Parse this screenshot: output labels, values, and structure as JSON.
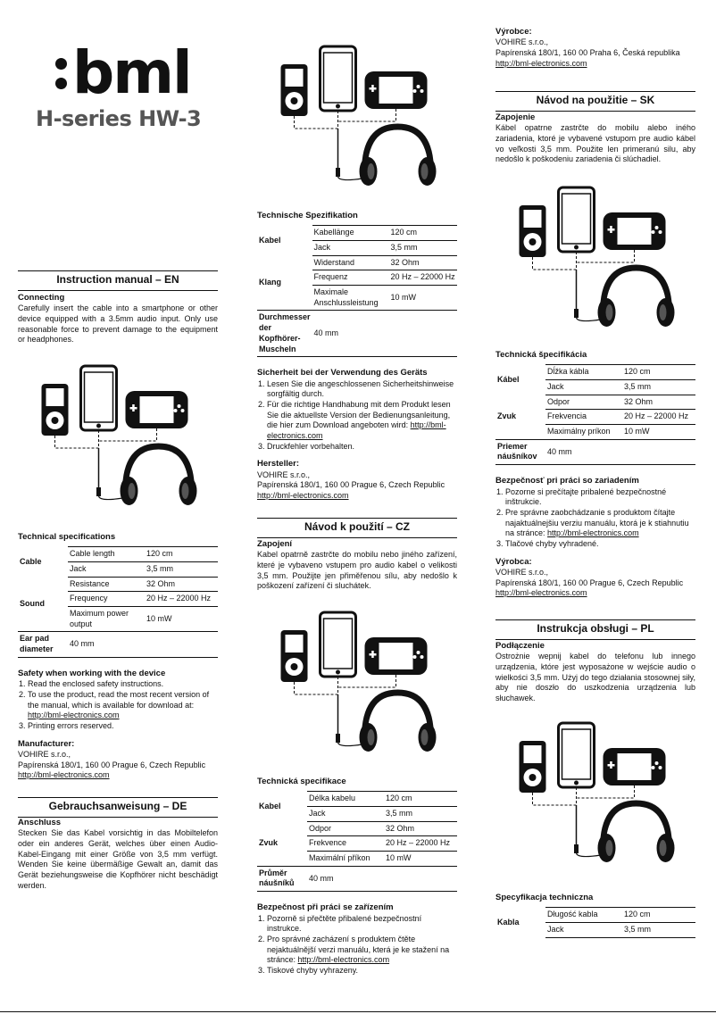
{
  "brand": {
    "logo": "bml",
    "model": "H-series HW-3"
  },
  "en": {
    "title": "Instruction manual – EN",
    "connecting_h": "Connecting",
    "connecting_p": "Carefully insert the cable into a smartphone or other device equipped with a 3.5mm audio input. Only use reasonable force to prevent damage to the equipment or headphones.",
    "spec_h": "Technical specifications",
    "spec": {
      "cable": "Cable",
      "cable_length": "Cable length",
      "cable_length_v": "120 cm",
      "jack": "Jack",
      "jack_v": "3,5 mm",
      "sound": "Sound",
      "resistance": "Resistance",
      "resistance_v": "32 Ohm",
      "frequency": "Frequency",
      "frequency_v": "20 Hz – 22000 Hz",
      "max_power": "Maximum power output",
      "max_power_v": "10 mW",
      "earpad": "Ear pad diameter",
      "earpad_v": "40 mm"
    },
    "safety_h": "Safety when working with the device",
    "safety": [
      "Read the enclosed safety instructions.",
      "To use the product, read the most recent version of the manual, which is available for download at:",
      "http://bml-electronics.com",
      "Printing errors reserved."
    ],
    "manu_h": "Manufacturer:",
    "manu_1": "VOHIRE s.r.o.,",
    "manu_2": "Papírenská 180/1, 160 00 Prague 6, Czech Republic",
    "manu_link": "http://bml-electronics.com"
  },
  "de": {
    "title": "Gebrauchsanweisung – DE",
    "h": "Anschluss",
    "p": "Stecken Sie das Kabel vorsichtig in das Mobiltelefon oder ein anderes Gerät, welches über einen Audio-Kabel-Eingang mit einer Größe von 3,5 mm verfügt. Wenden Sie keine übermäßige Gewalt an, damit das Gerät beziehungsweise die Kopfhörer nicht beschädigt werden.",
    "spec_h": "Technische Spezifikation",
    "spec": {
      "cable": "Kabel",
      "cable_length": "Kabellänge",
      "cable_length_v": "120 cm",
      "jack": "Jack",
      "jack_v": "3,5 mm",
      "sound": "Klang",
      "resistance": "Widerstand",
      "resistance_v": "32 Ohm",
      "frequency": "Frequenz",
      "frequency_v": "20 Hz – 22000 Hz",
      "max_power": "Maximale Anschlussleistung",
      "max_power_v": "10 mW",
      "earpad": "Durchmesser der Kopfhörer-Muscheln",
      "earpad_v": "40 mm"
    },
    "safety_h": "Sicherheit bei der Verwendung des Geräts",
    "safety": [
      "Lesen Sie die angeschlossenen Sicherheitshinweise sorgfältig durch.",
      "Für die richtige Handhabung mit dem Produkt lesen Sie die aktuellste Version der Bedienungsanleitung, die hier zum Download angeboten wird:",
      "http://bml-electronics.com",
      "Druckfehler vorbehalten."
    ],
    "manu_h": "Hersteller:",
    "manu_1": "VOHIRE s.r.o.,",
    "manu_2": "Papírenská 180/1, 160 00 Prague 6, Czech Republic",
    "manu_link": "http://bml-electronics.com"
  },
  "cz": {
    "title": "Návod k použití – CZ",
    "h": "Zapojení",
    "p": "Kabel opatrně zastrčte do mobilu nebo jiného zařízení, které je vybaveno vstupem pro audio kabel o velikosti 3,5 mm. Použijte jen přiměřenou sílu, aby nedošlo k poškození zařízení či sluchátek.",
    "spec_h": "Technická specifikace",
    "spec": {
      "cable": "Kabel",
      "cable_length": "Délka kabelu",
      "cable_length_v": "120 cm",
      "jack": "Jack",
      "jack_v": "3,5 mm",
      "sound": "Zvuk",
      "resistance": "Odpor",
      "resistance_v": "32 Ohm",
      "frequency": "Frekvence",
      "frequency_v": "20 Hz – 22000 Hz",
      "max_power": "Maximální příkon",
      "max_power_v": "10 mW",
      "earpad": "Průměr náušníků",
      "earpad_v": "40 mm"
    },
    "safety_h": "Bezpečnost při práci se zařízením",
    "safety": [
      "Pozorně si přečtěte přibalené bezpečnostní instrukce.",
      "Pro správné zacházení s produktem čtěte nejaktuálnější verzi manuálu, která je ke stažení na stránce:",
      "http://bml-electronics.com",
      "Tiskové chyby vyhrazeny."
    ],
    "manu_h": "Výrobce:",
    "manu_1": "VOHIRE s.r.o.,",
    "manu_2": "Papírenská 180/1, 160 00 Praha 6, Česká republika",
    "manu_link": "http://bml-electronics.com"
  },
  "sk": {
    "title": "Návod na použitie – SK",
    "h": "Zapojenie",
    "p": "Kábel opatrne zastrčte do mobilu alebo iného zariadenia, ktoré je vybavené vstupom pre audio kábel vo veľkosti 3,5 mm. Použite len primeranú silu, aby nedošlo k poškodeniu zariadenia či slúchadiel.",
    "spec_h": "Technická špecifikácia",
    "spec": {
      "cable": "Kábel",
      "cable_length": "Dĺžka kábla",
      "cable_length_v": "120 cm",
      "jack": "Jack",
      "jack_v": "3,5 mm",
      "sound": "Zvuk",
      "resistance": "Odpor",
      "resistance_v": "32 Ohm",
      "frequency": "Frekvencia",
      "frequency_v": "20 Hz – 22000 Hz",
      "max_power": "Maximálny príkon",
      "max_power_v": "10 mW",
      "earpad": "Priemer náušníkov",
      "earpad_v": "40 mm"
    },
    "safety_h": "Bezpečnosť pri práci so zariadením",
    "safety": [
      "Pozorne si prečítajte pribalené bezpečnostné inštrukcie.",
      "Pre správne zaobchádzanie s produktom čítajte najaktuálnejšiu verziu manuálu, ktorá je k stiahnutiu na stránce:",
      "http://bml-electronics.com",
      "Tlačové chyby vyhradené."
    ],
    "manu_h": "Výrobca:",
    "manu_1": "VOHIRE s.r.o.,",
    "manu_2": "Papírenská 180/1, 160 00 Prague 6, Czech Republic",
    "manu_link": "http://bml-electronics.com"
  },
  "pl": {
    "title": "Instrukcja obsługi – PL",
    "h": "Podłączenie",
    "p": "Ostrożnie wepnij kabel do telefonu lub innego urządzenia, które jest wyposażone w wejście audio o wielkości 3,5 mm. Użyj do tego działania stosownej siły, aby nie doszło do uszkodzenia urządzenia lub słuchawek.",
    "spec_h": "Specyfikacja techniczna",
    "spec": {
      "cable": "Kabla",
      "cable_length": "Długość kabla",
      "cable_length_v": "120 cm",
      "jack": "Jack",
      "jack_v": "3,5 mm"
    }
  }
}
